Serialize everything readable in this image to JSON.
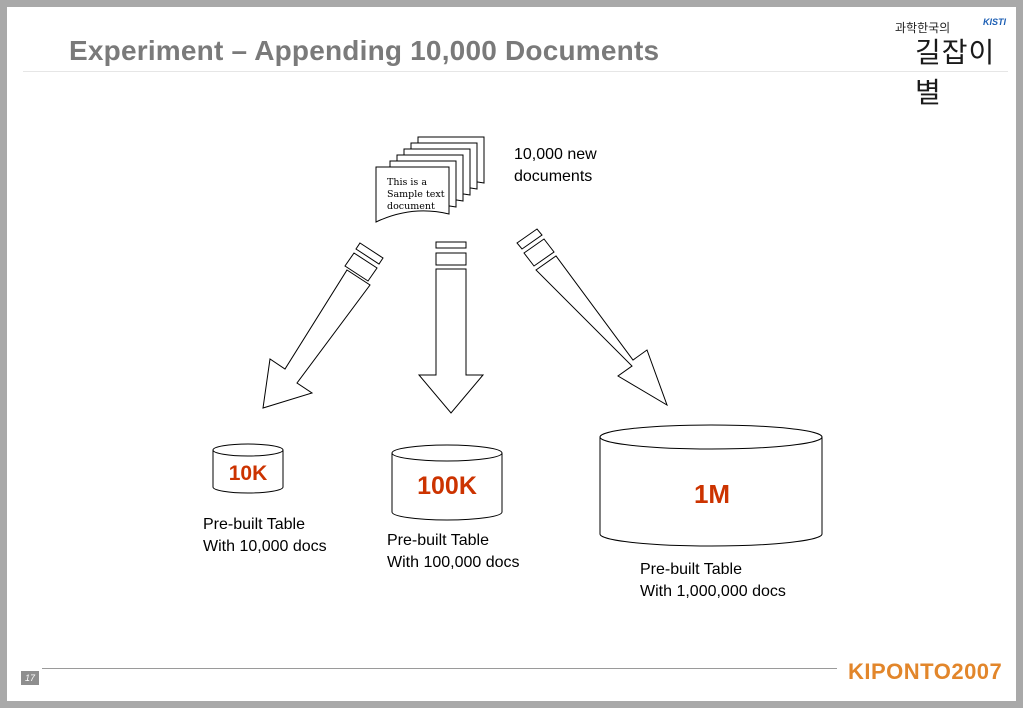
{
  "slide": {
    "title": "Experiment – Appending 10,000 Documents",
    "page_number": "17",
    "footer_logo": "KIPONTO2007",
    "header_logo": {
      "small_text": "과학한국의",
      "big_text": "길잡이별",
      "badge": "KISTI"
    }
  },
  "document_stack": {
    "doc_text_lines": [
      "This is a",
      "Sample text",
      "document"
    ],
    "label_lines": [
      "10,000 new",
      "documents"
    ]
  },
  "tables": [
    {
      "size_label": "10K",
      "caption_lines": [
        "Pre-built Table",
        "With 10,000 docs"
      ]
    },
    {
      "size_label": "100K",
      "caption_lines": [
        "Pre-built Table",
        "With 100,000 docs"
      ]
    },
    {
      "size_label": "1M",
      "caption_lines": [
        "Pre-built Table",
        "With 1,000,000 docs"
      ]
    }
  ],
  "colors": {
    "title": "#7a7a7a",
    "size_label": "#cc3300",
    "footer_logo": "#e2862b",
    "stroke": "#000000"
  }
}
